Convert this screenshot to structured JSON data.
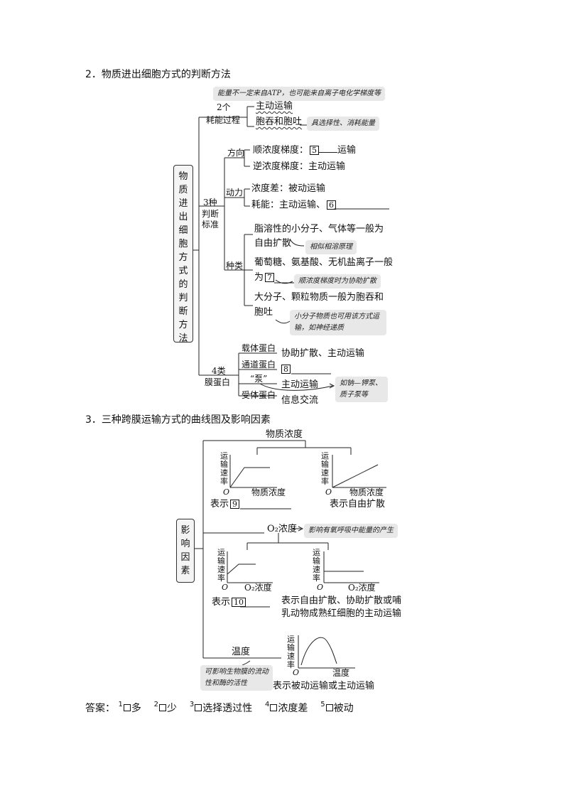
{
  "section2": {
    "heading": "2．物质进出细胞方式的判断方法",
    "root": "物质进出细胞方式的判断方法",
    "energy": {
      "label_count": "2个",
      "label": "耗能过程",
      "item1": "主动运输",
      "item2": "胞吞和胞吐",
      "note_top": "能量不一定来自ATP，也可能来自离子电化学梯度等",
      "note_side": "具选择性、消耗能量"
    },
    "criteria": {
      "label_count": "3种",
      "label": "判断标准",
      "direction": {
        "label": "方向",
        "item1_prefix": "顺浓度梯度：",
        "item1_num": "5",
        "item1_suffix": "运输",
        "item2": "逆浓度梯度：主动运输"
      },
      "power": {
        "label": "动力",
        "item1": "浓度差：被动运输",
        "item2_prefix": "耗能：主动运输、",
        "item2_num": "6"
      },
      "kind": {
        "label": "种类",
        "item1_a": "脂溶性的小分子、气体等一般为",
        "item1_b": "自由扩散",
        "item1_note": "相似相溶原理",
        "item2_a": "葡萄糖、氨基酸、无机盐离子一般",
        "item2_b": "为",
        "item2_num": "7",
        "item2_note": "顺浓度梯度时为协助扩散",
        "item3_a": "大分子、颗粒物质一般为胞吞和",
        "item3_b": "胞吐",
        "item3_note": "小分子物质也可用该方式运输，如神经递质"
      }
    },
    "membrane": {
      "label_count": "4类",
      "label": "膜蛋白",
      "carrier": "载体蛋白",
      "carrier_desc": "协助扩散、主动运输",
      "channel": "通道蛋白",
      "channel_num": "8",
      "pump": "“泵”",
      "pump_desc": "主动运输",
      "pump_note": "如钠—钾泵、质子泵等",
      "receptor": "受体蛋白",
      "receptor_desc": "信息交流"
    }
  },
  "section3": {
    "heading": "3．三种跨膜运输方式的曲线图及影响因素",
    "root": "影响因素",
    "ylabel": "运输速率",
    "origin": "O",
    "branch1": {
      "label": "物质浓度",
      "chart1_xlabel": "物质浓度",
      "chart1_caption_prefix": "表示",
      "chart1_num": "9",
      "chart2_xlabel": "物质浓度",
      "chart2_caption": "表示自由扩散"
    },
    "branch2": {
      "label": "O₂浓度",
      "note": "影响有氧呼吸中能量的产生",
      "chart1_xlabel": "O₂浓度",
      "chart1_caption_prefix": "表示",
      "chart1_num": "10",
      "chart2_xlabel": "O₂浓度",
      "chart2_caption_a": "表示自由扩散、协助扩散或哺",
      "chart2_caption_b": "乳动物成熟红细胞的主动运输"
    },
    "branch3": {
      "label": "温度",
      "note": "可影响生物膜的流动性和酶的活性",
      "xlabel": "温度",
      "caption": "表示被动运输或主动运输"
    }
  },
  "answers": {
    "label": "答案：",
    "items": [
      {
        "n": "1",
        "text": "多"
      },
      {
        "n": "2",
        "text": "少"
      },
      {
        "n": "3",
        "text": "选择透过性"
      },
      {
        "n": "4",
        "text": "浓度差"
      },
      {
        "n": "5",
        "text": "被动"
      }
    ]
  },
  "charts": [
    {
      "name": "saturation-curve",
      "type": "line",
      "x": [
        0,
        1,
        2
      ],
      "y": [
        0,
        1,
        1
      ]
    },
    {
      "name": "linear-curve",
      "type": "line",
      "x": [
        0,
        2
      ],
      "y": [
        0,
        1
      ]
    },
    {
      "name": "o2-saturation-curve",
      "type": "line",
      "x": [
        0,
        1,
        2
      ],
      "y": [
        0.3,
        1,
        1
      ]
    },
    {
      "name": "o2-flat-curve",
      "type": "line",
      "x": [
        0,
        2
      ],
      "y": [
        0.6,
        0.6
      ]
    },
    {
      "name": "temperature-curve",
      "type": "line",
      "x": [
        0,
        1,
        2
      ],
      "y": [
        0.2,
        1,
        0.3
      ]
    }
  ]
}
